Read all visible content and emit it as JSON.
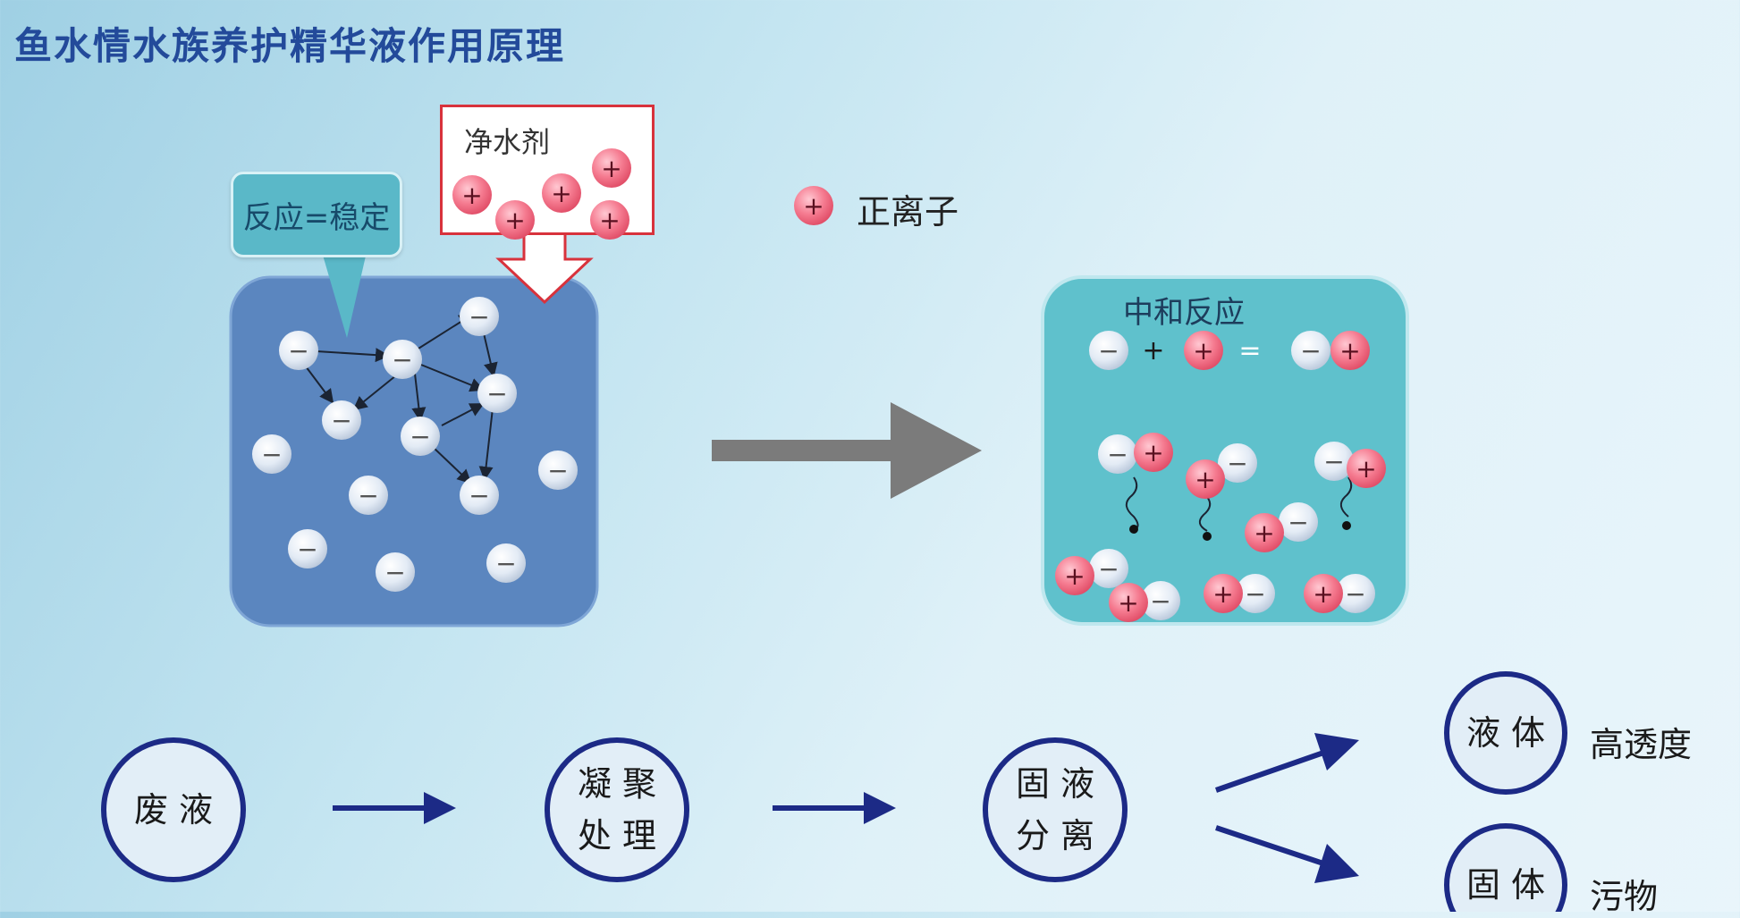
{
  "title": "鱼水情水族养护精华液作用原理",
  "left_callout": "反应=稳定",
  "additive_label": "净水剂",
  "legend": {
    "icon_symbol": "+",
    "label": "正离子"
  },
  "right_box": {
    "title": "中和反应",
    "equation": {
      "neg": "−",
      "plus": "+",
      "pos": "+",
      "equals": "="
    }
  },
  "ion_symbols": {
    "negative": "−",
    "positive": "+"
  },
  "flow": {
    "waste": "废 液",
    "coagulation_line1": "凝 聚",
    "coagulation_line2": "处 理",
    "separation_line1": "固 液",
    "separation_line2": "分 离",
    "liquid": "液 体",
    "liquid_result": "高透度",
    "solid": "固 体",
    "solid_result": "污物"
  },
  "colors": {
    "title": "#234a9a",
    "left_box": "#5b86bf",
    "right_box": "#5fc1cc",
    "positive_ion": "#f36f86",
    "negative_ion": "#e8eef7",
    "flow_navy": "#1c2a86",
    "big_arrow": "#7b7b7b",
    "additive_border": "#d8323c"
  }
}
